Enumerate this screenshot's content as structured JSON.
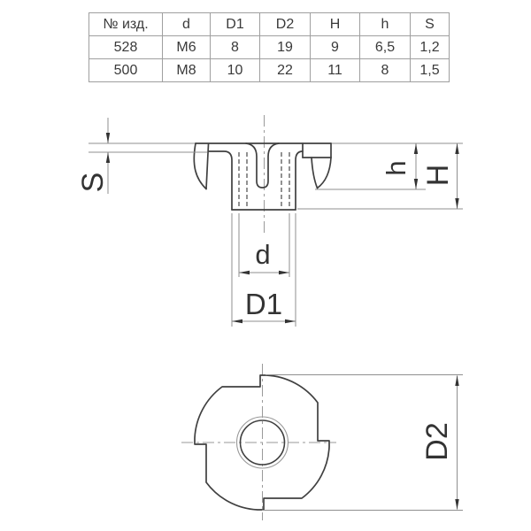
{
  "table": {
    "headers": [
      "№ изд.",
      "d",
      "D1",
      "D2",
      "H",
      "h",
      "S"
    ],
    "rows": [
      [
        "528",
        "M6",
        "8",
        "19",
        "9",
        "6,5",
        "1,2"
      ],
      [
        "500",
        "M8",
        "10",
        "22",
        "11",
        "8",
        "1,5"
      ]
    ]
  },
  "drawing": {
    "dim_labels": {
      "S": "S",
      "h": "h",
      "H": "H",
      "d": "d",
      "D1": "D1",
      "D2": "D2"
    }
  },
  "colors": {
    "outline": "#404040",
    "dimension_line": "#8f8f8f",
    "centerline": "#9a9a9a",
    "label_text": "#333333",
    "table_border": "#9f9f9f",
    "table_text": "#3a3a3a",
    "background": "#ffffff"
  }
}
